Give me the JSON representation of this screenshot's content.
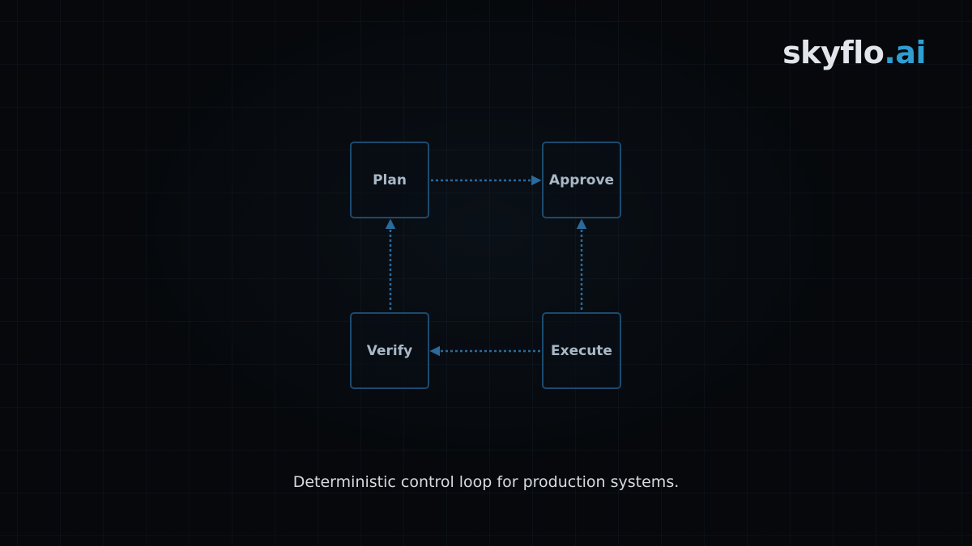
{
  "brand": {
    "name_main": "skyflo",
    "name_accent": ".ai",
    "accent_color": "#2f9fd2",
    "text_color": "#e2e6ea"
  },
  "diagram": {
    "nodes": {
      "plan": "Plan",
      "approve": "Approve",
      "execute": "Execute",
      "verify": "Verify"
    },
    "edges": [
      {
        "from": "Plan",
        "to": "Approve",
        "style": "dotted"
      },
      {
        "from": "Execute",
        "to": "Approve",
        "style": "dotted"
      },
      {
        "from": "Execute",
        "to": "Verify",
        "style": "dotted"
      },
      {
        "from": "Verify",
        "to": "Plan",
        "style": "dotted"
      }
    ],
    "node_border_color": "#1d4a6e",
    "arrow_color": "#2a6a9c"
  },
  "caption": "Deterministic control loop for production systems.",
  "colors": {
    "background": "#06080b",
    "grid": "#1b2836"
  }
}
